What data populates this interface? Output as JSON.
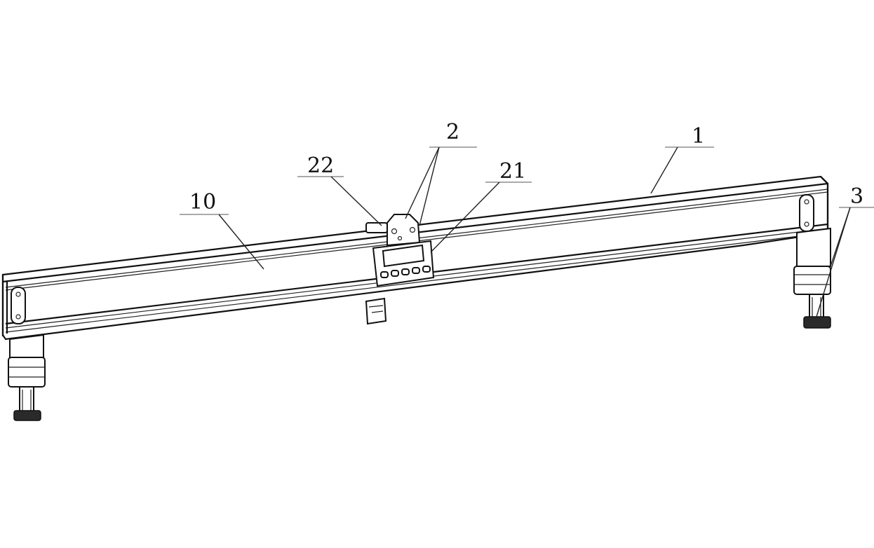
{
  "figure": {
    "labels": {
      "beam_body": "10",
      "rail": "1",
      "slider": "2",
      "display": "21",
      "clamp_knob": "22",
      "leveling_feet": "3"
    },
    "display_buttons": 5
  }
}
